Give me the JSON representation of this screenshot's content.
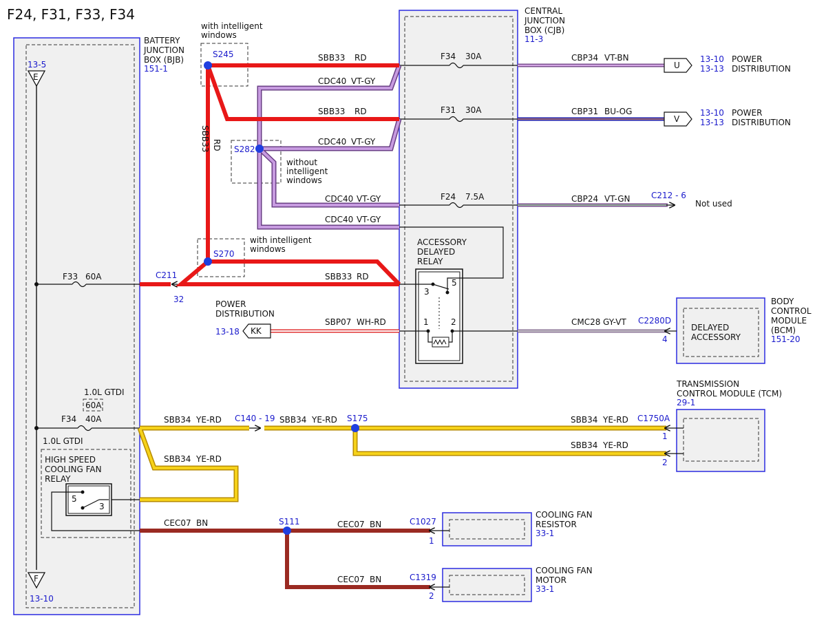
{
  "title": "F24, F31, F33, F34",
  "components": {
    "bjb": {
      "name": [
        "BATTERY",
        "JUNCTION",
        "BOX (BJB)"
      ],
      "ref": "151-1"
    },
    "cjb": {
      "name": [
        "CENTRAL",
        "JUNCTION",
        "BOX (CJB)"
      ],
      "ref": "11-3"
    },
    "bcm": {
      "name": [
        "BODY",
        "CONTROL",
        "MODULE",
        "(BCM)"
      ],
      "ref": "151-20",
      "inner": [
        "DELAYED",
        "ACCESSORY"
      ]
    },
    "tcm": {
      "name": [
        "TRANSMISSION",
        "CONTROL MODULE (TCM)"
      ],
      "ref": "29-1"
    },
    "fan_resistor": {
      "name": [
        "COOLING FAN",
        "RESISTOR"
      ],
      "ref": "33-1"
    },
    "fan_motor": {
      "name": [
        "COOLING FAN",
        "MOTOR"
      ],
      "ref": "33-1"
    },
    "acc_relay": {
      "name": [
        "ACCESSORY",
        "DELAYED",
        "RELAY"
      ],
      "pins": [
        "3",
        "5",
        "1",
        "2"
      ]
    },
    "hs_relay": {
      "variant": "1.0L GTDI",
      "name": [
        "HIGH SPEED",
        "COOLING FAN",
        "RELAY"
      ],
      "pins": [
        "5",
        "3"
      ]
    }
  },
  "fuses": {
    "f34_cjb": {
      "name": "F34",
      "rating": "30A"
    },
    "f31": {
      "name": "F31",
      "rating": "30A"
    },
    "f24": {
      "name": "F24",
      "rating": "7.5A"
    },
    "f33": {
      "name": "F33",
      "rating": "60A"
    },
    "f34_bjb": {
      "name": "F34",
      "rating": "40A",
      "alt_variant": "1.0L GTDI",
      "alt_rating": "60A"
    }
  },
  "ground_refs": {
    "e": {
      "letter": "E",
      "ref": "13-5"
    },
    "f": {
      "letter": "F",
      "ref": "13-10"
    }
  },
  "splices": {
    "s245": "S245",
    "s282": "S282",
    "s270": "S270",
    "s175": "S175",
    "s111": "S111"
  },
  "notes": {
    "with_iw_1": [
      "with intelligent",
      "windows"
    ],
    "without_iw": [
      "without",
      "intelligent",
      "windows"
    ],
    "with_iw_2": [
      "with intelligent",
      "windows"
    ]
  },
  "connectors": {
    "c211": {
      "name": "C211",
      "pin": "32"
    },
    "c212": {
      "name": "C212 - 6"
    },
    "c2280d": {
      "name": "C2280D",
      "pin": "4"
    },
    "c140": {
      "name": "C140 - 19"
    },
    "c1750a": {
      "name": "C1750A",
      "pins": [
        "1",
        "2"
      ]
    },
    "c1027": {
      "name": "C1027",
      "pin": "1"
    },
    "c1319": {
      "name": "C1319",
      "pin": "2"
    }
  },
  "flags": {
    "u": {
      "letter": "U",
      "refs": [
        "13-10",
        "13-13"
      ],
      "label": [
        "POWER",
        "DISTRIBUTION"
      ]
    },
    "v": {
      "letter": "V",
      "refs": [
        "13-10",
        "13-13"
      ],
      "label": [
        "POWER",
        "DISTRIBUTION"
      ]
    },
    "kk": {
      "letter": "KK",
      "ref": "13-18",
      "label": [
        "POWER",
        "DISTRIBUTION"
      ]
    }
  },
  "not_used": "Not used",
  "wires": {
    "sbb33_top": {
      "circuit": "SBB33",
      "color": "RD"
    },
    "cdc40_1": {
      "circuit": "CDC40",
      "color": "VT-GY"
    },
    "sbb33_2": {
      "circuit": "SBB33",
      "color": "RD"
    },
    "cdc40_2": {
      "circuit": "CDC40",
      "color": "VT-GY"
    },
    "cdc40_3": {
      "circuit": "CDC40",
      "color": "VT-GY"
    },
    "cdc40_4": {
      "circuit": "CDC40",
      "color": "VT-GY"
    },
    "sbb33_vert": {
      "circuit": "SBB33",
      "color": "RD"
    },
    "sbb33_low": {
      "circuit": "SBB33",
      "color": "RD"
    },
    "sbp07": {
      "circuit": "SBP07",
      "color": "WH-RD"
    },
    "cbp34": {
      "circuit": "CBP34",
      "color": "VT-BN"
    },
    "cbp31": {
      "circuit": "CBP31",
      "color": "BU-OG"
    },
    "cbp24": {
      "circuit": "CBP24",
      "color": "VT-GN"
    },
    "cmc28": {
      "circuit": "CMC28",
      "color": "GY-VT"
    },
    "sbb34_a": {
      "circuit": "SBB34",
      "color": "YE-RD"
    },
    "sbb34_b": {
      "circuit": "SBB34",
      "color": "YE-RD"
    },
    "sbb34_c": {
      "circuit": "SBB34",
      "color": "YE-RD"
    },
    "sbb34_d": {
      "circuit": "SBB34",
      "color": "YE-RD"
    },
    "sbb34_relay": {
      "circuit": "SBB34",
      "color": "YE-RD"
    },
    "cec07_a": {
      "circuit": "CEC07",
      "color": "BN"
    },
    "cec07_b": {
      "circuit": "CEC07",
      "color": "BN"
    },
    "cec07_c": {
      "circuit": "CEC07",
      "color": "BN"
    }
  },
  "wire_colors": {
    "red": "#e81818",
    "violet": "#b47ad0",
    "brown": "#9a2a22",
    "yellow": "#f2c40f",
    "blue": "#1b1baa"
  }
}
